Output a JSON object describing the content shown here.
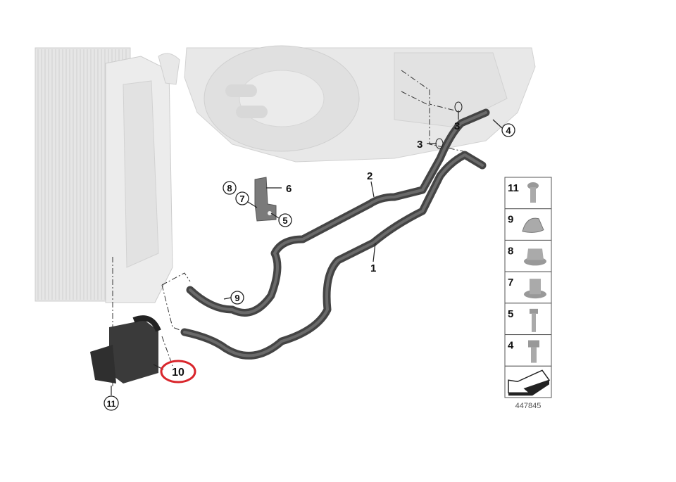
{
  "diagram": {
    "part_number_caption": "447845",
    "highlight_color": "#d9262c",
    "callouts": {
      "hose_1": "1",
      "hose_2": "2",
      "oring_upper": "3",
      "oring_lower": "3",
      "bolt_4": "4",
      "bolt_5": "5",
      "bracket_6": "6",
      "bush_7": "7",
      "nut_8": "8",
      "clip_9": "9",
      "cooler_10": "10",
      "screw_11": "11"
    },
    "legend": [
      {
        "label": "11",
        "icon": "torx-screw-icon"
      },
      {
        "label": "9",
        "icon": "spring-clip-icon"
      },
      {
        "label": "8",
        "icon": "flange-nut-icon"
      },
      {
        "label": "7",
        "icon": "flanged-bush-icon"
      },
      {
        "label": "5",
        "icon": "hex-bolt-long-icon"
      },
      {
        "label": "4",
        "icon": "hex-bolt-icon"
      },
      {
        "label": "",
        "icon": "direction-arrow-icon"
      }
    ]
  }
}
